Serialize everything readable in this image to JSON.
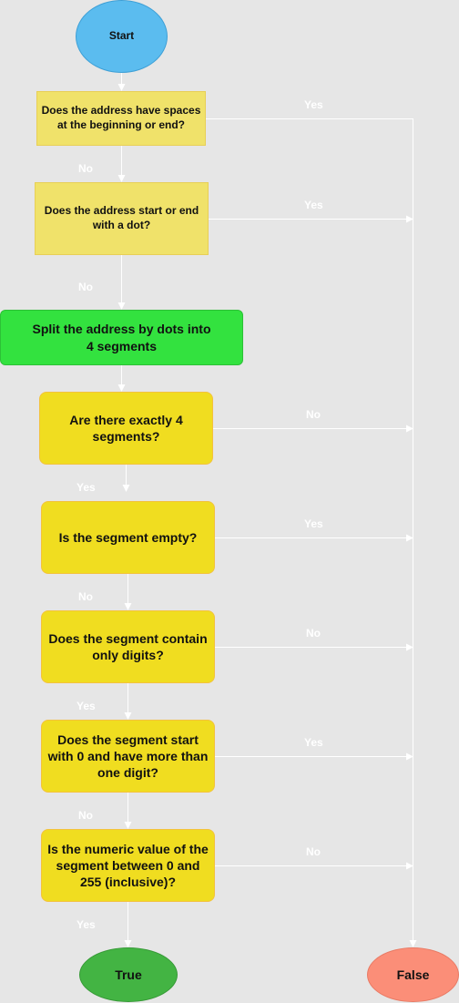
{
  "nodes": {
    "start": "Start",
    "spaces_check": "Does the address have spaces at the beginning or end?",
    "dot_check": "Does the address start or end with a dot?",
    "split": "Split the address by dots into 4 segments",
    "count_check": "Are there exactly 4 segments?",
    "empty_check": "Is the segment empty?",
    "digits_check": "Does the segment contain only digits?",
    "leading_zero_check": "Does the segment start with 0 and have more than one digit?",
    "range_check": "Is the numeric value of the segment between 0 and 255 (inclusive)?",
    "true_end": "True",
    "false_end": "False"
  },
  "edges": {
    "spaces_yes": "Yes",
    "spaces_no": "No",
    "dot_yes": "Yes",
    "dot_no": "No",
    "count_no": "No",
    "count_yes": "Yes",
    "empty_yes": "Yes",
    "empty_no": "No",
    "digits_no": "No",
    "digits_yes": "Yes",
    "leading_yes": "Yes",
    "leading_no": "No",
    "range_no": "No",
    "range_yes": "Yes"
  },
  "colors": {
    "background": "#e6e6e6",
    "connector": "#ffffff",
    "start_fill": "#5bbcef",
    "condition_pale_fill": "#f0e26a",
    "process_fill": "#33e23f",
    "condition_fill": "#f0dd20",
    "true_fill": "#43b443",
    "false_fill": "#fb8e78"
  }
}
